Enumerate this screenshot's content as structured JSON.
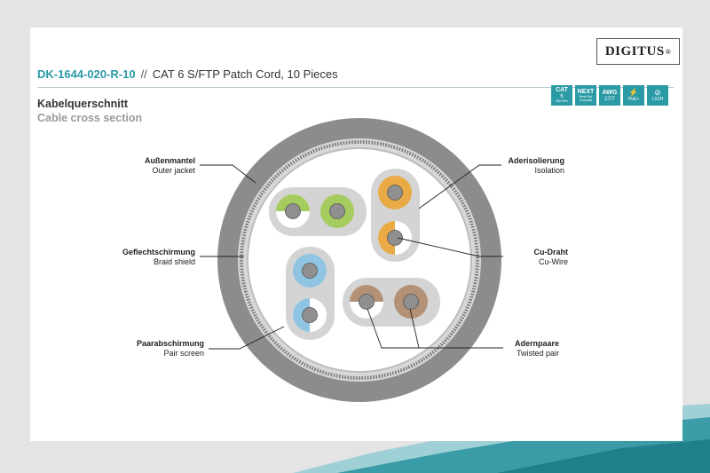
{
  "brand": {
    "name": "DIGITUS",
    "mark": "®"
  },
  "product": {
    "code": "DK-1644-020-R-10",
    "separator": "//",
    "title": "CAT 6 S/FTP Patch Cord, 10 Pieces"
  },
  "section": {
    "title_de": "Kabelquerschnitt",
    "title_en": "Cable cross section"
  },
  "badges": [
    {
      "main": "CAT",
      "sub1": "6",
      "sub2": "250 MHz"
    },
    {
      "main": "NEXT",
      "sub1": "Near End",
      "sub2": "Crosstalk"
    },
    {
      "main": "AWG",
      "sub1": "27/7",
      "sub2": ""
    },
    {
      "icon": "power-plug-icon",
      "label": "PoE+"
    },
    {
      "icon": "no-halogen-icon",
      "label": "LSZH"
    }
  ],
  "labels": {
    "outer_jacket": {
      "de": "Außenmantel",
      "en": "Outer jacket"
    },
    "braid_shield": {
      "de": "Geflechtschirmung",
      "en": "Braid shield"
    },
    "pair_screen": {
      "de": "Paarabschirmung",
      "en": "Pair screen"
    },
    "isolation": {
      "de": "Aderisolierung",
      "en": "Isolation"
    },
    "cu_wire": {
      "de": "Cu-Draht",
      "en": "Cu-Wire"
    },
    "twisted_pair": {
      "de": "Adernpaare",
      "en": "Twisted pair"
    }
  },
  "colors": {
    "accent": "#2a9aa5",
    "jacket": "#8c8c8c",
    "pair_green": "#a6cc5f",
    "pair_orange": "#eaaa45",
    "pair_blue": "#8fc5e3",
    "pair_brown": "#b39176",
    "conductor": "#8f8f8f"
  }
}
